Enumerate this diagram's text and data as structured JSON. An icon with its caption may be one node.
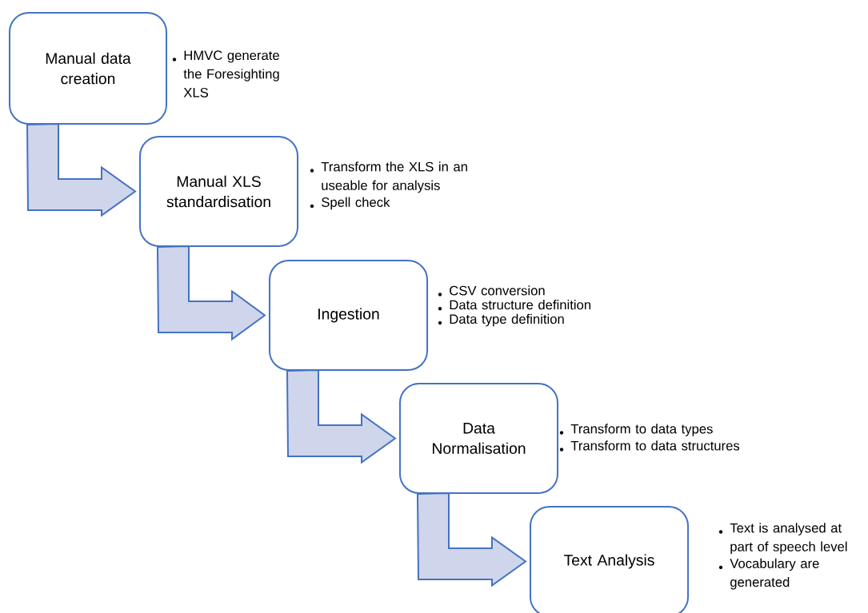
{
  "diagram": {
    "nodes": [
      {
        "text": [
          "Manual data creation"
        ],
        "beside": [
          "HMVC generate the Foresighting XLS"
        ]
      },
      {
        "text": [
          "Manual XLS standardisation"
        ],
        "beside": [
          "Transform the XLS in an useable for analysis",
          "Spell check"
        ]
      },
      {
        "text": [
          "Ingestion"
        ],
        "beside": [
          "CSV conversion",
          "Data structure definition",
          "Data type definition"
        ]
      },
      {
        "text": [
          "Data Normalisation"
        ],
        "beside": [
          "Transform to data types",
          "Transform to data structures"
        ]
      },
      {
        "text": [
          "Text Analysis"
        ],
        "beside": [
          "Text is analysed at part of speech level",
          "Vocabulary are generated"
        ]
      }
    ],
    "edges": [
      {
        "from": 0,
        "to": 1,
        "arrow": "to"
      },
      {
        "from": 1,
        "to": 2,
        "arrow": "to"
      },
      {
        "from": 2,
        "to": 3,
        "arrow": "to"
      },
      {
        "from": 3,
        "to": 4,
        "arrow": "to"
      }
    ]
  }
}
